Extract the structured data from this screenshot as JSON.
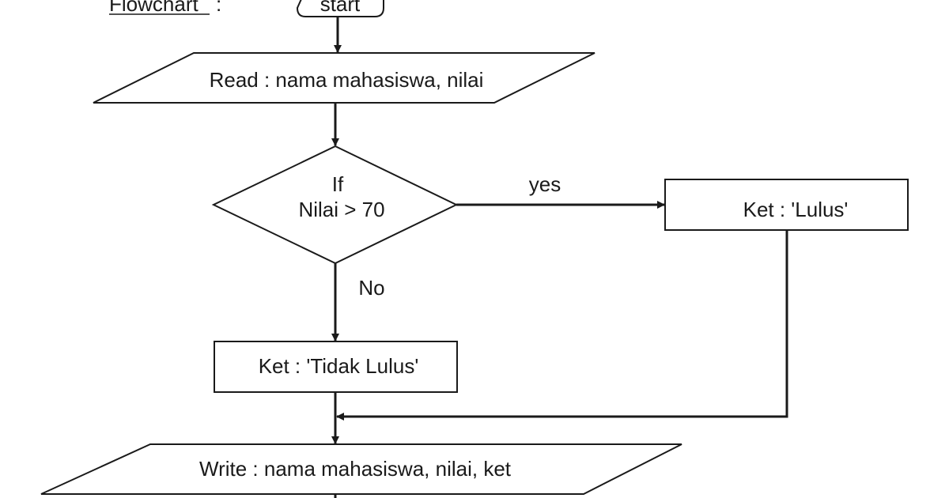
{
  "heading": "Flowchart",
  "heading_suffix": ":",
  "nodes": {
    "start": "start",
    "read": "Read : nama mahasiswa, nilai",
    "decision_line1": "If",
    "decision_line2": "Nilai > 70",
    "lulus": "Ket : 'Lulus'",
    "tidak_lulus": "Ket : 'Tidak Lulus'",
    "write": "Write : nama mahasiswa, nilai, ket"
  },
  "edges": {
    "yes": "yes",
    "no": "No"
  }
}
